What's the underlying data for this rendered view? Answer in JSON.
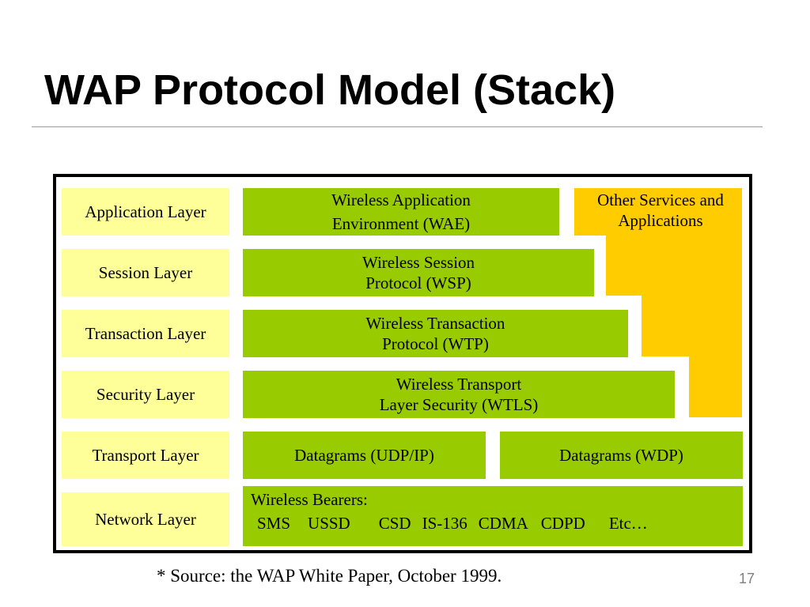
{
  "title": "WAP Protocol Model (Stack)",
  "layers": [
    "Application Layer",
    "Session Layer",
    "Transaction Layer",
    "Security Layer",
    "Transport Layer",
    "Network Layer"
  ],
  "protocols": {
    "wae": {
      "line1": "Wireless Application",
      "line2": "Environment (WAE)"
    },
    "wsp": {
      "line1": "Wireless Session",
      "line2": "Protocol (WSP)"
    },
    "wtp": {
      "line1": "Wireless Transaction",
      "line2": "Protocol (WTP)"
    },
    "wtls": {
      "line1": "Wireless Transport",
      "line2": "Layer Security (WTLS)"
    },
    "udp": "Datagrams (UDP/IP)",
    "wdp": "Datagrams (WDP)",
    "bearers": {
      "heading": "Wireless Bearers:",
      "items": [
        "SMS",
        "USSD",
        "CSD",
        "IS-136",
        "CDMA",
        "CDPD",
        "Etc…"
      ]
    }
  },
  "other_services": {
    "line1": "Other Services and",
    "line2": "Applications"
  },
  "colors": {
    "layer_fill": "#ffff99",
    "protocol_fill": "#99cc00",
    "other_fill": "#ffcc00"
  },
  "footnote": "* Source: the WAP White Paper, October 1999.",
  "page_number": "17"
}
